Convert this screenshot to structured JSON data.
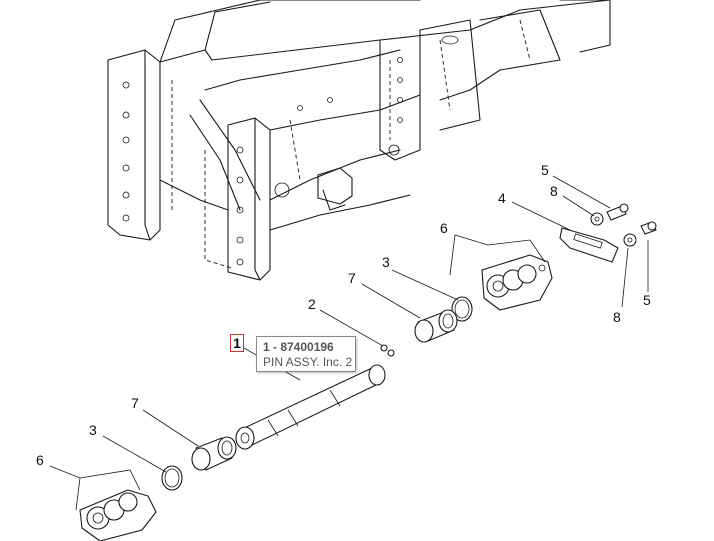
{
  "tooltip": {
    "part_line": "1 - 87400196",
    "desc_line": "PIN ASSY. Inc. 2"
  },
  "callouts": {
    "c1": "1",
    "c2": "2",
    "c3a": "3",
    "c3b": "3",
    "c4": "4",
    "c5a": "5",
    "c5b": "5",
    "c6a": "6",
    "c6b": "6",
    "c7a": "7",
    "c7b": "7",
    "c8a": "8",
    "c8b": "8"
  },
  "colors": {
    "callout_border": "#c0392b",
    "line": "#1a1a1a"
  }
}
